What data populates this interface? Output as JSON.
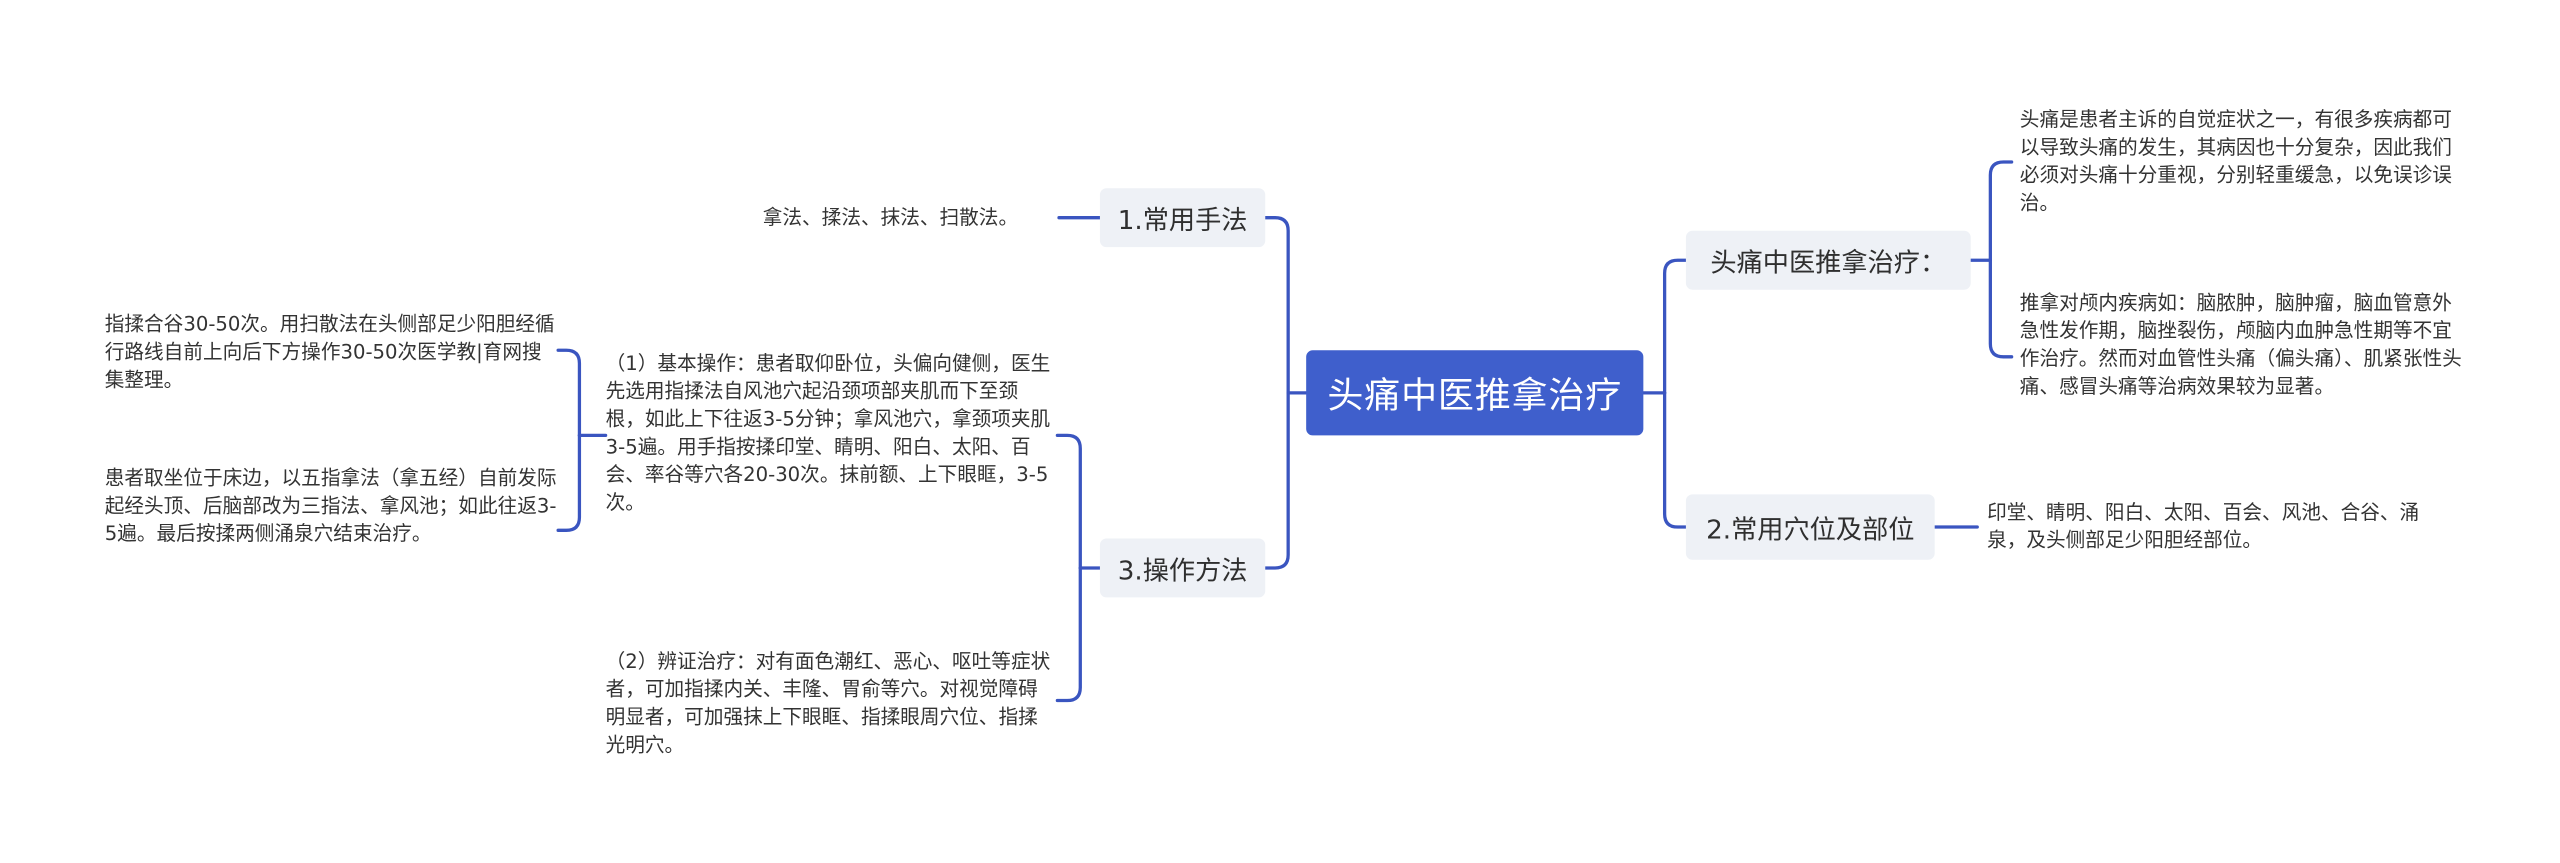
{
  "colors": {
    "root_bg": "#3f5fcc",
    "root_text": "#ffffff",
    "branch_bg": "#eef1f6",
    "connector": "#3a55c0",
    "text": "#333333"
  },
  "root": {
    "label": "头痛中医推拿治疗"
  },
  "branches": {
    "methods": {
      "label": "1.常用手法",
      "leaf": "拿法、揉法、抹法、扫散法。"
    },
    "operation": {
      "label": "3.操作方法",
      "basic": "（1）基本操作：患者取仰卧位，头偏向健侧，医生先选用指揉法自风池穴起沿颈项部夹肌而下至颈根，如此上下往返3-5分钟；拿风池穴，拿颈项夹肌3-5遍。用手指按揉印堂、睛明、阳白、太阳、百会、率谷等穴各20-30次。抹前额、上下眼眶，3-5次。",
      "basic_children": [
        "指揉合谷30-50次。用扫散法在头侧部足少阳胆经循行路线自前上向后下方操作30-50次医学教|育网搜集整理。",
        "患者取坐位于床边，以五指拿法（拿五经）自前发际起经头顶、后脑部改为三指法、拿风池；如此往返3-5遍。最后按揉两侧涌泉穴结束治疗。"
      ],
      "syndrome": "（2）辨证治疗：对有面色潮红、恶心、呕吐等症状者，可加指揉内关、丰隆、胃俞等穴。对视觉障碍明显者，可加强抹上下眼眶、指揉眼周穴位、指揉光明穴。"
    },
    "treatment": {
      "label": "头痛中医推拿治疗：",
      "children": [
        "头痛是患者主诉的自觉症状之一，有很多疾病都可以导致头痛的发生，其病因也十分复杂，因此我们必须对头痛十分重视，分别轻重缓急，以免误诊误治。",
        "推拿对颅内疾病如：脑脓肿，脑肿瘤，脑血管意外急性发作期，脑挫裂伤，颅脑内血肿急性期等不宜作治疗。然而对血管性头痛（偏头痛）、肌紧张性头痛、感冒头痛等治病效果较为显著。"
      ]
    },
    "points": {
      "label": "2.常用穴位及部位",
      "leaf": "印堂、睛明、阳白、太阳、百会、风池、合谷、涌泉，及头侧部足少阳胆经部位。"
    }
  }
}
